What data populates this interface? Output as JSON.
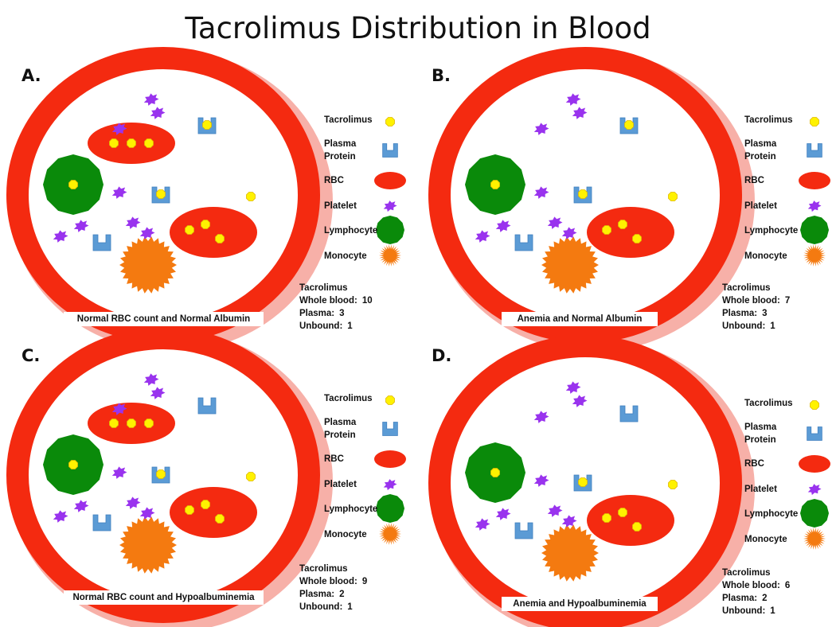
{
  "title": "Tacrolimus Distribution in Blood",
  "legend": {
    "tacrolimus": "Tacrolimus",
    "plasma_protein_line1": "Plasma",
    "plasma_protein_line2": "Protein",
    "rbc": "RBC",
    "platelet": "Platelet",
    "lymphocyte": "Lymphocyte",
    "monocyte": "Monocyte"
  },
  "stats_labels": {
    "heading": "Tacrolimus",
    "whole_blood": "Whole blood:",
    "plasma": "Plasma:",
    "unbound": "Unbound:"
  },
  "colors": {
    "vessel": "#f42a10",
    "rbc": "#f42a10",
    "tacrolimus": "#fff200",
    "platelet": "#9933ee",
    "plasma_protein": "#5b9bd5",
    "lymphocyte": "#0a8a0a",
    "monocyte": "#f47a10"
  },
  "panels": [
    {
      "letter": "A.",
      "caption": "Normal RBC count and Normal Albumin",
      "whole_blood": "10",
      "plasma": "3",
      "unbound": "1",
      "anemia": false,
      "hypoalbuminemia": false
    },
    {
      "letter": "B.",
      "caption": "Anemia and Normal Albumin",
      "whole_blood": "7",
      "plasma": "3",
      "unbound": "1",
      "anemia": true,
      "hypoalbuminemia": false
    },
    {
      "letter": "C.",
      "caption": "Normal RBC count and Hypoalbuminemia",
      "whole_blood": "9",
      "plasma": "2",
      "unbound": "1",
      "anemia": false,
      "hypoalbuminemia": true
    },
    {
      "letter": "D.",
      "caption": "Anemia and Hypoalbuminemia",
      "whole_blood": "6",
      "plasma": "2",
      "unbound": "1",
      "anemia": true,
      "hypoalbuminemia": true
    }
  ]
}
